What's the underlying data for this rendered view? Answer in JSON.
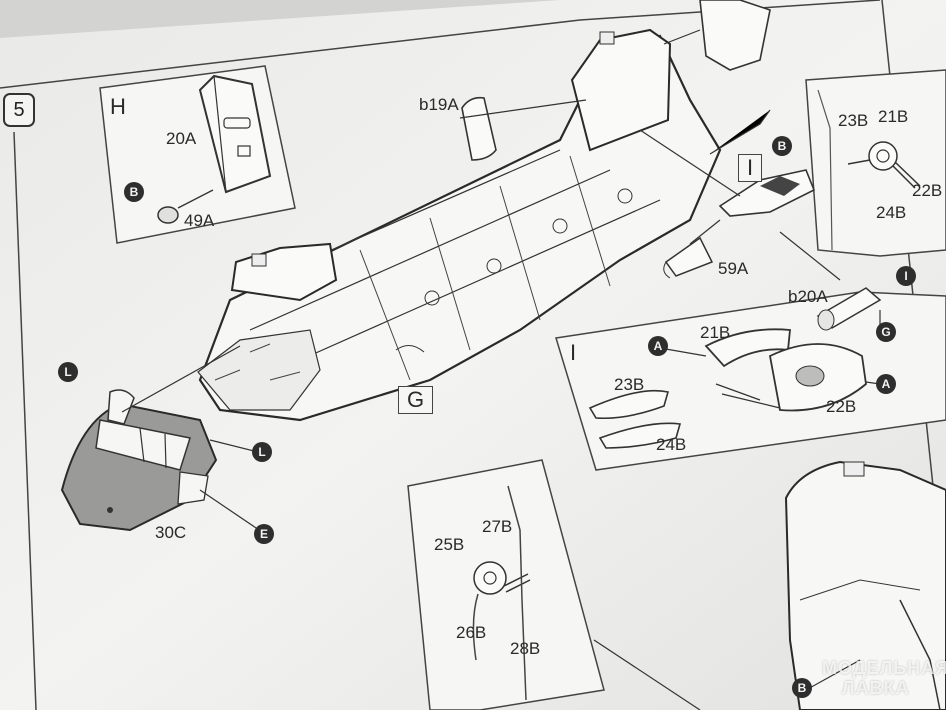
{
  "step": "5",
  "box_letters": {
    "h": "H",
    "i_top": "I",
    "i_detail": "I",
    "g": "G"
  },
  "callouts": {
    "b": "B",
    "l": "L",
    "e": "E",
    "a": "A",
    "g": "G",
    "i": "I"
  },
  "parts": {
    "p20a": "20A",
    "p49a": "49A",
    "pb19a": "b19A",
    "p59a": "59A",
    "pb20a": "b20A",
    "p21b": "21B",
    "p23b": "23B",
    "p24b": "24B",
    "p22b": "22B",
    "p25b": "25B",
    "p27b": "27B",
    "p26b": "26B",
    "p28b": "28B",
    "p30c": "30C"
  },
  "watermark": {
    "line1": "МОДЕЛЬНАЯ",
    "line2": "ЛАВКА"
  }
}
